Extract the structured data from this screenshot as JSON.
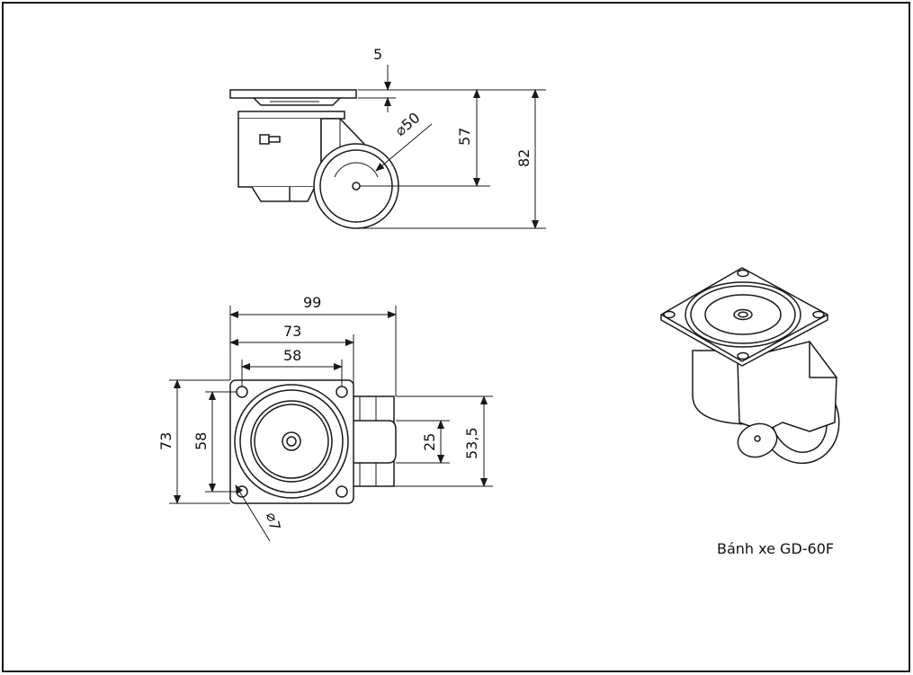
{
  "caption": "Bánh xe GD-60F",
  "side_view": {
    "dims": {
      "plate_thickness": "5",
      "wheel_diameter": "⌀50",
      "axle_height": "57",
      "overall_height": "82"
    }
  },
  "top_view": {
    "dims": {
      "overall_width": "99",
      "plate_width": "73",
      "hole_spacing_x": "58",
      "plate_height": "73",
      "hole_spacing_y": "58",
      "wheel_width": "25",
      "body_width": "53,5",
      "hole_diameter": "⌀7"
    }
  },
  "colors": {
    "line": "#1a1a1a",
    "background": "#ffffff"
  }
}
